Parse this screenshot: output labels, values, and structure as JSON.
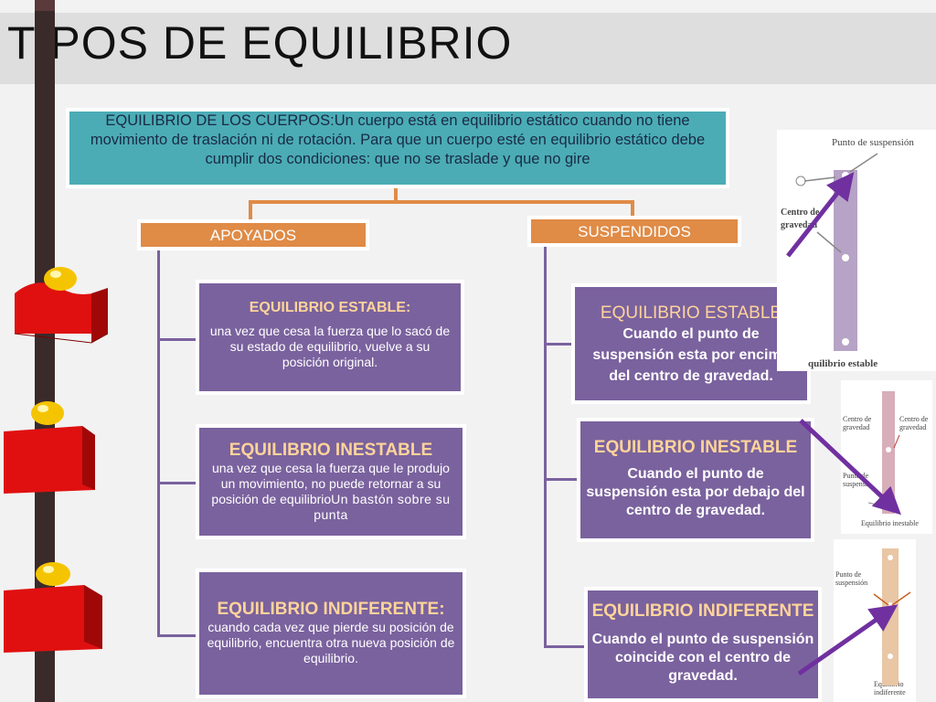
{
  "title": "TIPOS DE EQUILIBRIO",
  "root": {
    "label": "EQUILIBRIO DE LOS CUERPOS:",
    "text": "Un cuerpo está en equilibrio estático cuando no tiene movimiento de traslación ni de rotación. Para que un cuerpo esté en equilibrio estático debe cumplir dos condiciones: que no se traslade y que no gire"
  },
  "left": {
    "category": "APOYADOS",
    "nodes": [
      {
        "heading": "EQUILIBRIO ESTABLE:",
        "text": "una vez que cesa la fuerza que lo sacó de su estado de equilibrio, vuelve a su posición original."
      },
      {
        "heading": "EQUILIBRIO INESTABLE",
        "text": "una vez que cesa la fuerza que le produjo un movimiento, no puede retornar a su posición de equilibrio",
        "extra": "Un bastón sobre su punta"
      },
      {
        "heading": "EQUILIBRIO INDIFERENTE:",
        "text": "cuando cada vez que pierde su posición de equilibrio, encuentra otra nueva posición de equilibrio."
      }
    ]
  },
  "right": {
    "category": "SUSPENDIDOS",
    "nodes": [
      {
        "heading": "EQUILIBRIO ESTABLE",
        "text": "Cuando el punto de suspensión esta por encima del centro de gravedad."
      },
      {
        "heading": "EQUILIBRIO INESTABLE",
        "text": "Cuando el punto de suspensión esta por debajo del centro de gravedad."
      },
      {
        "heading": "EQUILIBRIO INDIFERENTE",
        "text": "Cuando el punto de suspensión coincide con el centro de gravedad."
      }
    ]
  },
  "images": {
    "stable": {
      "label_top": "Punto de suspensión",
      "label_mid": "Centro de gravedad",
      "caption": "quilibrio estable"
    },
    "unstable": {
      "label_left": "Centro de gravedad",
      "label_right": "Centro de gravedad",
      "label_mid": "Punto de suspensi",
      "caption": "Equilibrio inestable"
    },
    "indifferent": {
      "label_top": "Punto de suspensión",
      "caption": "Equilibrio indiferente"
    }
  },
  "colors": {
    "teal": "#4bacb6",
    "orange": "#e08b46",
    "purple": "#7a629e",
    "heading": "#ffd49a",
    "arrow": "#7030a0",
    "cube": "#e01010",
    "ball": "#f5c400"
  }
}
